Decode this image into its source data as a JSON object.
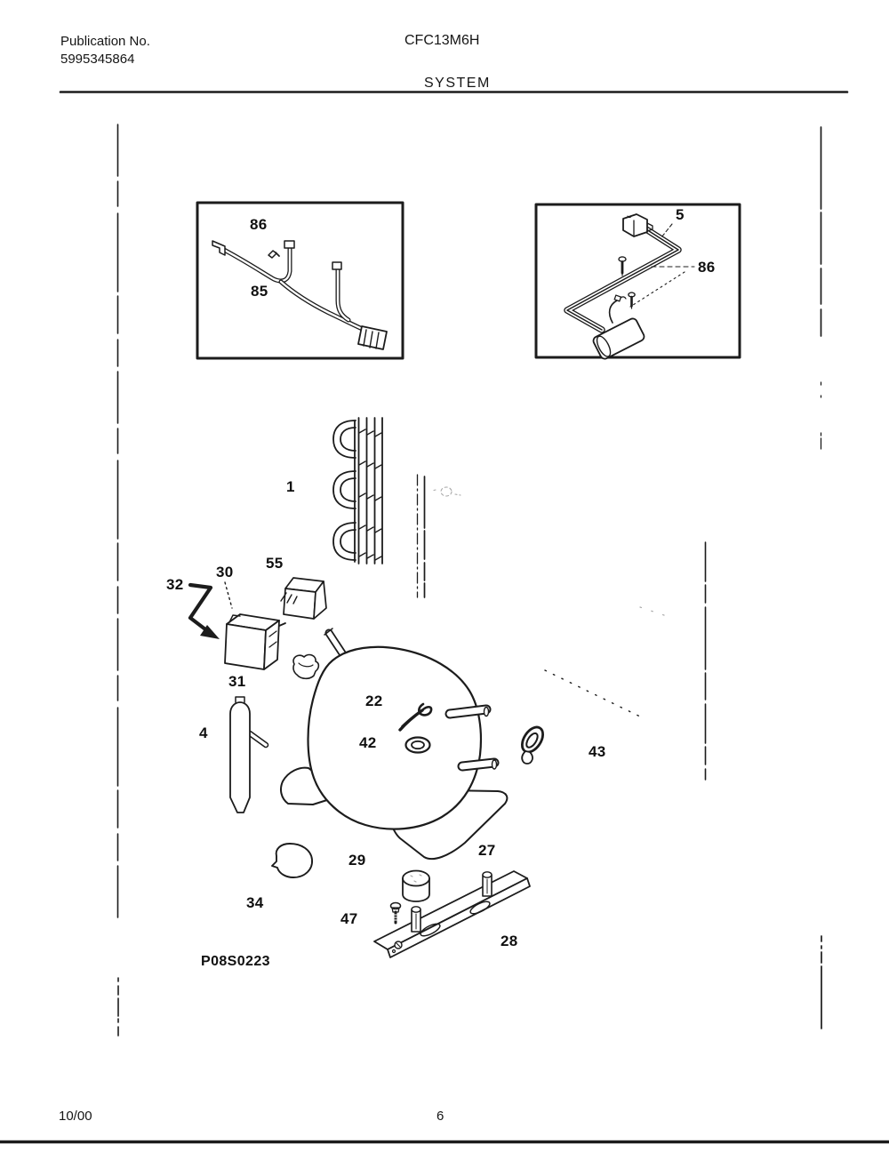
{
  "page": {
    "publication_label": "Publication No.",
    "publication_number": "5995345864",
    "model": "CFC13M6H",
    "section_title": "SYSTEM",
    "diagram_code": "P08S0223",
    "footer_date": "10/00",
    "page_number": "6"
  },
  "callouts": {
    "c86a": "86",
    "c85": "85",
    "c5": "5",
    "c86b": "86",
    "c1": "1",
    "c32": "32",
    "c30": "30",
    "c55": "55",
    "c31": "31",
    "c22": "22",
    "c4": "4",
    "c42": "42",
    "c43": "43",
    "c29": "29",
    "c27": "27",
    "c34": "34",
    "c47": "47",
    "c28": "28"
  },
  "colors": {
    "ink": "#1c1c1c",
    "paper": "#ffffff"
  }
}
